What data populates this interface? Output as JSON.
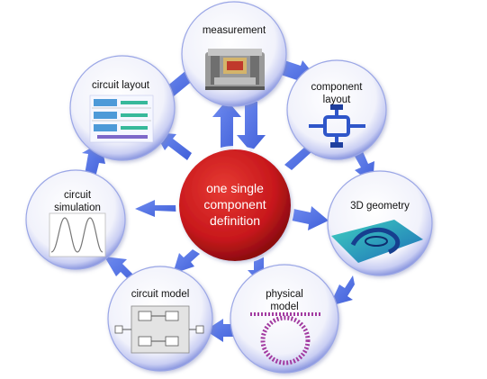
{
  "center": {
    "lines": [
      "one single",
      "component",
      "definition"
    ]
  },
  "nodes": {
    "measurement": {
      "lines": [
        "measurement"
      ]
    },
    "component_layout": {
      "lines": [
        "component",
        "layout"
      ]
    },
    "geometry_3d": {
      "lines": [
        "3D geometry"
      ]
    },
    "physical_model": {
      "lines": [
        "physical",
        "model"
      ]
    },
    "circuit_model": {
      "lines": [
        "circuit model"
      ]
    },
    "circuit_simulation": {
      "lines": [
        "circuit",
        "simulation"
      ]
    },
    "circuit_layout": {
      "lines": [
        "circuit layout"
      ]
    }
  },
  "colors": {
    "arrow": "#4f6fe0",
    "center_fill": "#c8181c",
    "center_text": "#ffffff",
    "bubble_rim": "#9aa6e6",
    "bubble_fill": "#eef0fb",
    "label_text": "#111111"
  }
}
